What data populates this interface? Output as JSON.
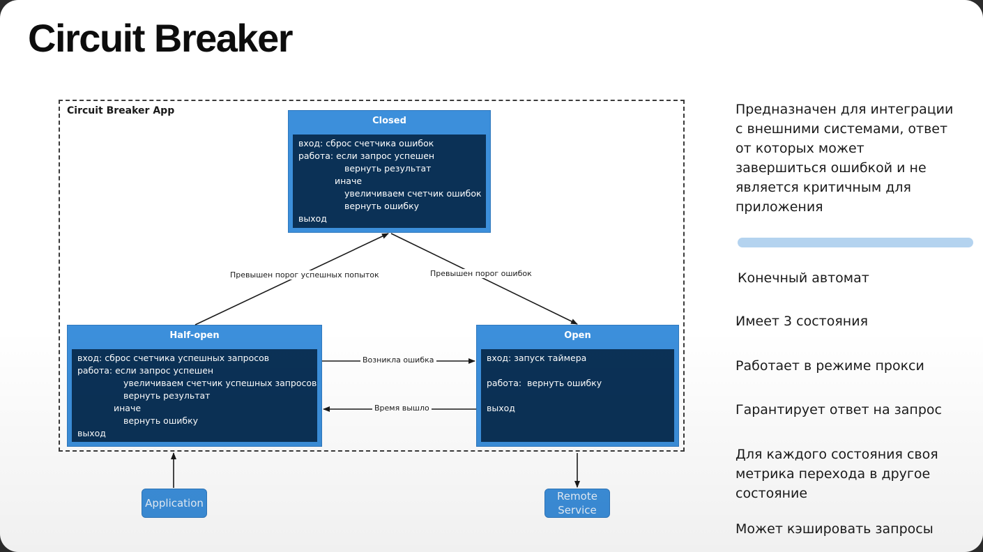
{
  "title": "Circuit Breaker",
  "app_label": "Circuit Breaker App",
  "states": {
    "closed": {
      "name": "Closed",
      "lines": [
        "вход: сброс счетчика ошибок",
        "работа: если запрос успешен",
        "вернуть результат",
        "иначе",
        "увеличиваем счетчик ошибок",
        "вернуть ошибку",
        "выход"
      ]
    },
    "half_open": {
      "name": "Half-open",
      "lines": [
        "вход: сброс счетчика успешных запросов",
        "работа: если запрос успешен",
        "увеличиваем счетчик успешных запросов",
        "вернуть результат",
        "иначе",
        "вернуть ошибку",
        "выход"
      ]
    },
    "open": {
      "name": "Open",
      "lines": [
        "вход: запуск таймера",
        "работа:  вернуть ошибку",
        "выход"
      ]
    }
  },
  "transitions": {
    "half_to_closed": "Превышен порог успешных попыток",
    "closed_to_open": "Превышен порог ошибок",
    "half_to_open": "Возникла ошибка",
    "open_to_half": "Время вышло"
  },
  "external": {
    "application": "Application",
    "remote_line1": "Remote",
    "remote_line2": "Service"
  },
  "sidebar": {
    "purpose": "Предназначен для интеграции\nс внешними системами, ответ\nот которых может\nзавершиться ошибкой и не\nявляется критичным для\nприложения",
    "items": [
      "Конечный автомат",
      "Имеет 3 состояния",
      "Работает в режиме прокси",
      "Гарантирует ответ на запрос",
      "Для каждого состояния своя\nметрика перехода в другое\nсостояние",
      "Может кэшировать запросы"
    ]
  },
  "colors": {
    "state_header": "#3c8fdb",
    "state_body": "#0b3156",
    "divider": "#b4d3ef"
  }
}
